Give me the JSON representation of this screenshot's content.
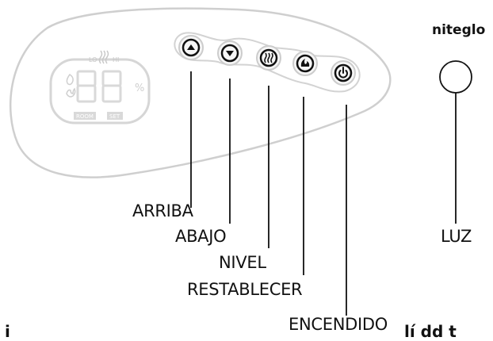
{
  "brand": {
    "logo": "niteglo"
  },
  "display": {
    "lo_label": "LO",
    "hi_label": "HI",
    "room_label": "ROOM",
    "set_label": "SET",
    "percent_label": "%",
    "digits": "88"
  },
  "callouts": {
    "up": "ARRIBA",
    "down": "ABAJO",
    "level": "NIVEL",
    "reset": "RESTABLECER",
    "power": "ENCENDIDO",
    "light": "LUZ"
  },
  "bottom_text": {
    "left": "i",
    "right": "lí dd t"
  },
  "colors": {
    "panel_outline": "#cfcfcf",
    "lcd_ghost": "#d9d9d9",
    "button_ring": "#111111",
    "leader_line": "#111111"
  },
  "icons": {
    "up": "arrow-up-icon",
    "down": "arrow-down-icon",
    "level": "heat-waves-icon",
    "reset": "flame-reset-icon",
    "power": "power-icon"
  }
}
